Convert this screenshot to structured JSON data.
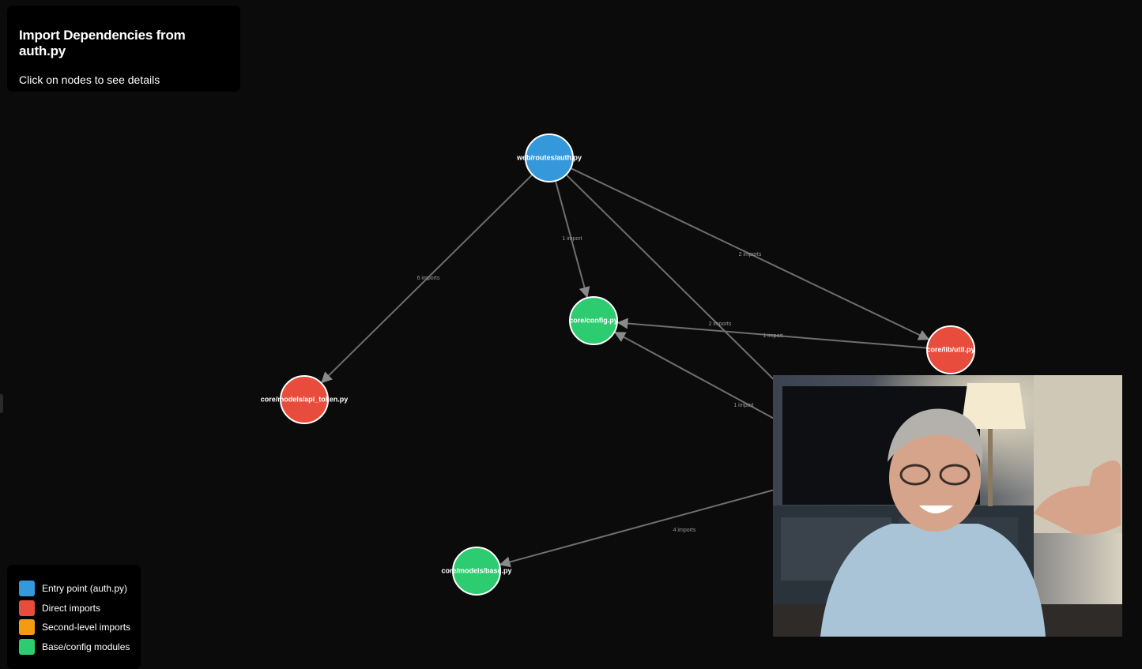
{
  "header": {
    "title": "Import Dependencies from auth.py",
    "subtitle": "Click on nodes to see details"
  },
  "legend": {
    "items": [
      {
        "label": "Entry point (auth.py)",
        "color": "#3498db"
      },
      {
        "label": "Direct imports",
        "color": "#e74c3c"
      },
      {
        "label": "Second-level imports",
        "color": "#f39c12"
      },
      {
        "label": "Base/config modules",
        "color": "#2ecc71"
      }
    ]
  },
  "graph": {
    "nodes": [
      {
        "id": "auth",
        "label": "web/routes/auth.py",
        "group": "entry",
        "color": "#3498db"
      },
      {
        "id": "config",
        "label": "core/config.py",
        "group": "base",
        "color": "#2ecc71"
      },
      {
        "id": "api_token",
        "label": "core/models/api_token.py",
        "group": "direct",
        "color": "#e74c3c"
      },
      {
        "id": "util",
        "label": "core/lib/util.py",
        "group": "direct",
        "color": "#e74c3c"
      },
      {
        "id": "base",
        "label": "core/models/base.py",
        "group": "base",
        "color": "#2ecc71"
      }
    ],
    "edges": [
      {
        "from": "auth",
        "to": "api_token",
        "label": "6 imports"
      },
      {
        "from": "auth",
        "to": "config",
        "label": "1 import"
      },
      {
        "from": "auth",
        "to": "util",
        "label": "2 imports"
      },
      {
        "from": "auth",
        "to": "hidden",
        "label": "2 imports"
      },
      {
        "from": "util",
        "to": "config",
        "label": "1 import"
      },
      {
        "from": "hidden",
        "to": "config",
        "label": "1 import"
      },
      {
        "from": "hidden",
        "to": "base",
        "label": "4 imports"
      }
    ]
  },
  "webcam": {
    "subject": "presenter video overlay"
  }
}
